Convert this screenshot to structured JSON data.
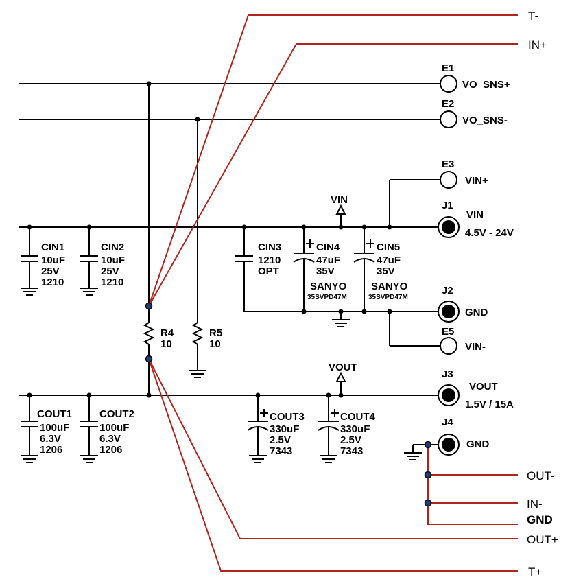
{
  "test_points": {
    "t_minus": "T-",
    "in_plus": "IN+",
    "out_minus": "OUT-",
    "in_minus": "IN-",
    "gnd": "GND",
    "out_plus": "OUT+",
    "t_plus": "T+"
  },
  "connectors": {
    "e1": {
      "ref": "E1",
      "net": "VO_SNS+"
    },
    "e2": {
      "ref": "E2",
      "net": "VO_SNS-"
    },
    "e3": {
      "ref": "E3",
      "net": "VIN+"
    },
    "j1": {
      "ref": "J1",
      "net": "VIN",
      "spec": "4.5V - 24V"
    },
    "j2": {
      "ref": "J2",
      "net": "GND"
    },
    "e5": {
      "ref": "E5",
      "net": "VIN-"
    },
    "j3": {
      "ref": "J3",
      "net": "VOUT",
      "spec": "1.5V / 15A"
    },
    "j4": {
      "ref": "J4",
      "net": "GND"
    }
  },
  "net_flags": {
    "vin": "VIN",
    "vout": "VOUT"
  },
  "resistors": {
    "r4": {
      "ref": "R4",
      "value": "10"
    },
    "r5": {
      "ref": "R5",
      "value": "10"
    }
  },
  "capacitors": {
    "cin1": {
      "ref": "CIN1",
      "value": "10uF",
      "voltage": "25V",
      "pkg": "1210"
    },
    "cin2": {
      "ref": "CIN2",
      "value": "10uF",
      "voltage": "25V",
      "pkg": "1210"
    },
    "cin3": {
      "ref": "CIN3",
      "value": "1210",
      "voltage": "OPT"
    },
    "cin4": {
      "ref": "CIN4",
      "value": "47uF",
      "voltage": "35V",
      "mfr": "SANYO",
      "part": "35SVPD47M"
    },
    "cin5": {
      "ref": "CIN5",
      "value": "47uF",
      "voltage": "35V",
      "mfr": "SANYO",
      "part": "35SVPD47M"
    },
    "cout1": {
      "ref": "COUT1",
      "value": "100uF",
      "voltage": "6.3V",
      "pkg": "1206"
    },
    "cout2": {
      "ref": "COUT2",
      "value": "100uF",
      "voltage": "6.3V",
      "pkg": "1206"
    },
    "cout3": {
      "ref": "COUT3",
      "value": "330uF",
      "voltage": "2.5V",
      "pkg": "7343"
    },
    "cout4": {
      "ref": "COUT4",
      "value": "330uF",
      "voltage": "2.5V",
      "pkg": "7343"
    }
  },
  "colors": {
    "wire": "#000000",
    "probe_wire": "#b1241c",
    "probe_dot": "#1f3f7a"
  }
}
